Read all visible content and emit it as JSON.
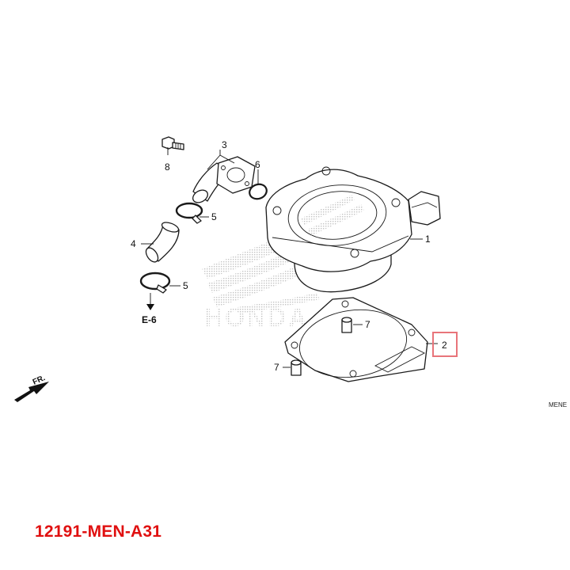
{
  "watermark": {
    "brand_text": "HONDA"
  },
  "callouts": [
    {
      "id": "c1",
      "label": "1"
    },
    {
      "id": "c2",
      "label": "2",
      "highlighted": true
    },
    {
      "id": "c3",
      "label": "3"
    },
    {
      "id": "c4",
      "label": "4"
    },
    {
      "id": "c5a",
      "label": "5"
    },
    {
      "id": "c5b",
      "label": "5"
    },
    {
      "id": "c6",
      "label": "6"
    },
    {
      "id": "c7a",
      "label": "7"
    },
    {
      "id": "c7b",
      "label": "7"
    },
    {
      "id": "c8",
      "label": "8"
    }
  ],
  "section_ref": "E-6",
  "front_indicator": "FR.",
  "drawing_ref": "MENE",
  "part_number": "12191-MEN-A31",
  "colors": {
    "highlight": "#e8747a",
    "part_number": "#e01010",
    "line": "#1a1a1a"
  }
}
